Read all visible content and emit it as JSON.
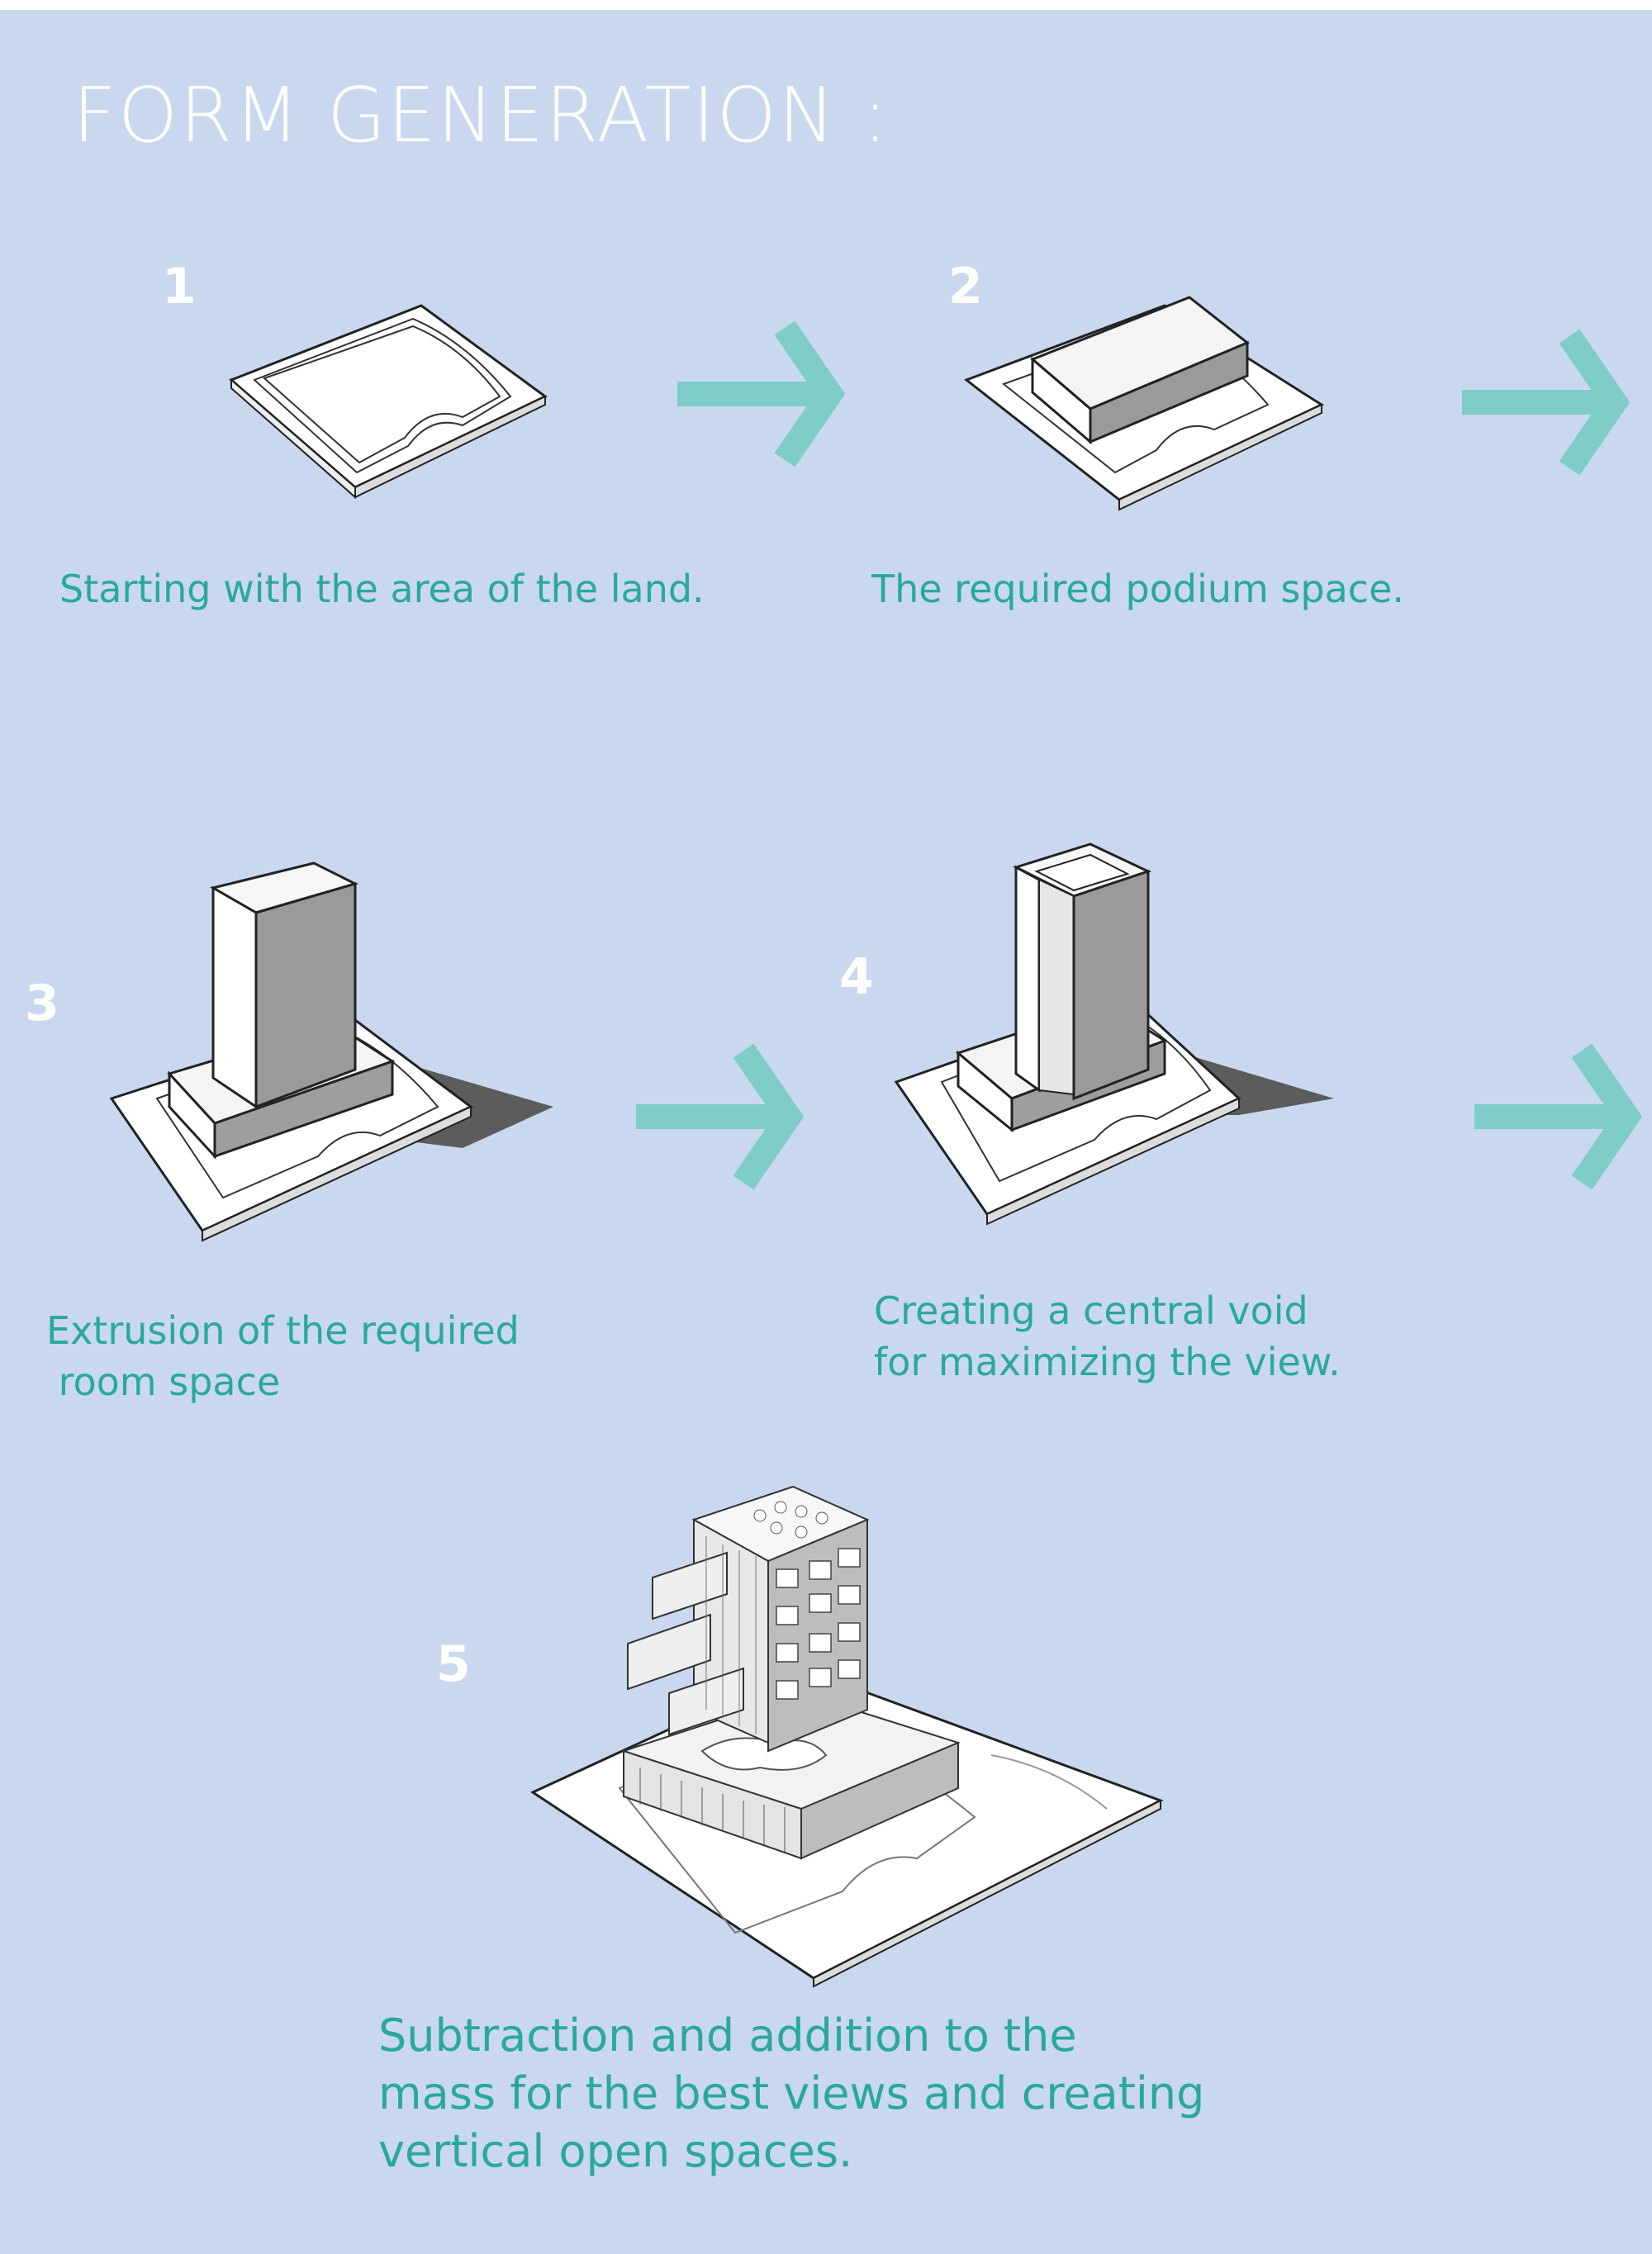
{
  "title": "FORM GENERATION :",
  "steps": [
    {
      "number": "1",
      "caption": "Starting with the area of the land."
    },
    {
      "number": "2",
      "caption": "The required podium space."
    },
    {
      "number": "3",
      "caption": "Extrusion of the required\n room space"
    },
    {
      "number": "4",
      "caption": "Creating a central void\nfor maximizing the view."
    },
    {
      "number": "5",
      "caption": "Subtraction and addition to the\nmass for the best views and creating\nvertical open spaces."
    }
  ],
  "colors": {
    "background": "#c9d8ee",
    "accent": "#7ecdc7",
    "caption": "#2aa89d",
    "title": "#ffffff"
  },
  "icons": [
    "arrow-right-icon"
  ]
}
